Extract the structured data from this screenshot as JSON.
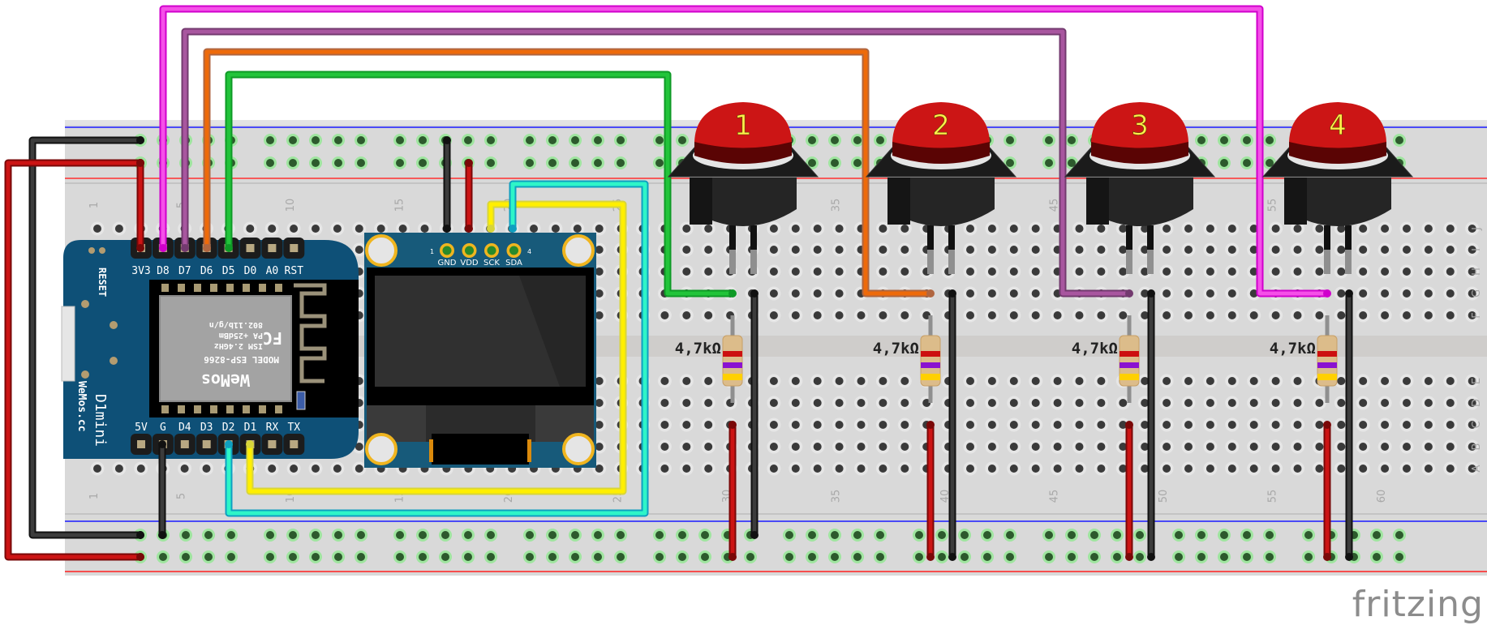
{
  "app": {
    "name": "fritzing"
  },
  "breadboard": {
    "row_labels_top": [
      "J",
      "I",
      "H",
      "G",
      "F"
    ],
    "row_labels_bottom": [
      "E",
      "D",
      "C",
      "B",
      "A"
    ],
    "column_numbers": [
      "1",
      "5",
      "10",
      "15",
      "20",
      "25",
      "30",
      "35",
      "40",
      "45",
      "50",
      "55",
      "60"
    ]
  },
  "microcontroller": {
    "name": "WeMos D1 mini",
    "title": "D1mini",
    "brand": "WeMos.cc",
    "reset_label": "RESET",
    "top_pins": [
      "3V3",
      "D8",
      "D7",
      "D6",
      "D5",
      "D0",
      "A0",
      "RST"
    ],
    "bottom_pins": [
      "5V",
      "G",
      "D4",
      "D3",
      "D2",
      "D1",
      "RX",
      "TX"
    ],
    "module": {
      "model": "MODEL  ESP-8266",
      "line1": "ISM 2.4GHz",
      "line2": "PA +25dBm",
      "line3": "802.11b/g/n",
      "logo": "WeMos",
      "cert": "FC"
    }
  },
  "oled": {
    "pin1_marker": "1",
    "pin4_marker": "4",
    "pins": [
      "GND",
      "VDD",
      "SCK",
      "SDA"
    ]
  },
  "buttons": [
    {
      "label": "1",
      "pin": "D5",
      "wire_color": "#22c43a"
    },
    {
      "label": "2",
      "pin": "D6",
      "wire_color": "#ee6a0a"
    },
    {
      "label": "3",
      "pin": "D7",
      "wire_color": "#a8569f"
    },
    {
      "label": "4",
      "pin": "D8",
      "wire_color": "#f550e8"
    }
  ],
  "resistors": [
    {
      "label": "4,7kΩ"
    },
    {
      "label": "4,7kΩ"
    },
    {
      "label": "4,7kΩ"
    },
    {
      "label": "4,7kΩ"
    }
  ],
  "colors": {
    "power_wire": "#cc1414",
    "ground_wire": "#3c3c3c",
    "scl_wire": "#ffef00",
    "sda_wire": "#2ef5c8",
    "pcb_blue": "#0e5077",
    "button_red": "#cc1515",
    "rail_blue_line": "#1a1aff",
    "rail_red_line": "#ff2020"
  }
}
